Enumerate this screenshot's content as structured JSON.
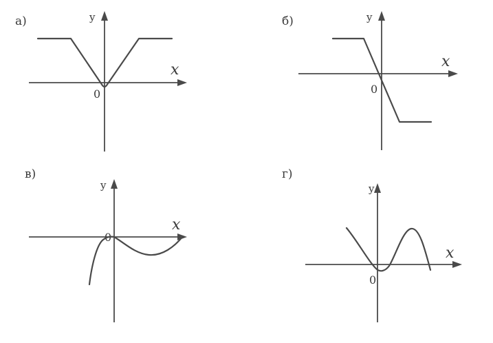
{
  "panels": [
    {
      "id": "a",
      "label": "а)",
      "x_axis": "x",
      "y_axis": "y",
      "origin": "0"
    },
    {
      "id": "b",
      "label": "б)",
      "x_axis": "x",
      "y_axis": "y",
      "origin": "0"
    },
    {
      "id": "v",
      "label": "в)",
      "x_axis": "x",
      "y_axis": "y",
      "origin": "0"
    },
    {
      "id": "g",
      "label": "г)",
      "x_axis": "x",
      "y_axis": "y",
      "origin": "0"
    }
  ],
  "colors": {
    "ink": "#4a4a4a",
    "background": "#ffffff"
  }
}
